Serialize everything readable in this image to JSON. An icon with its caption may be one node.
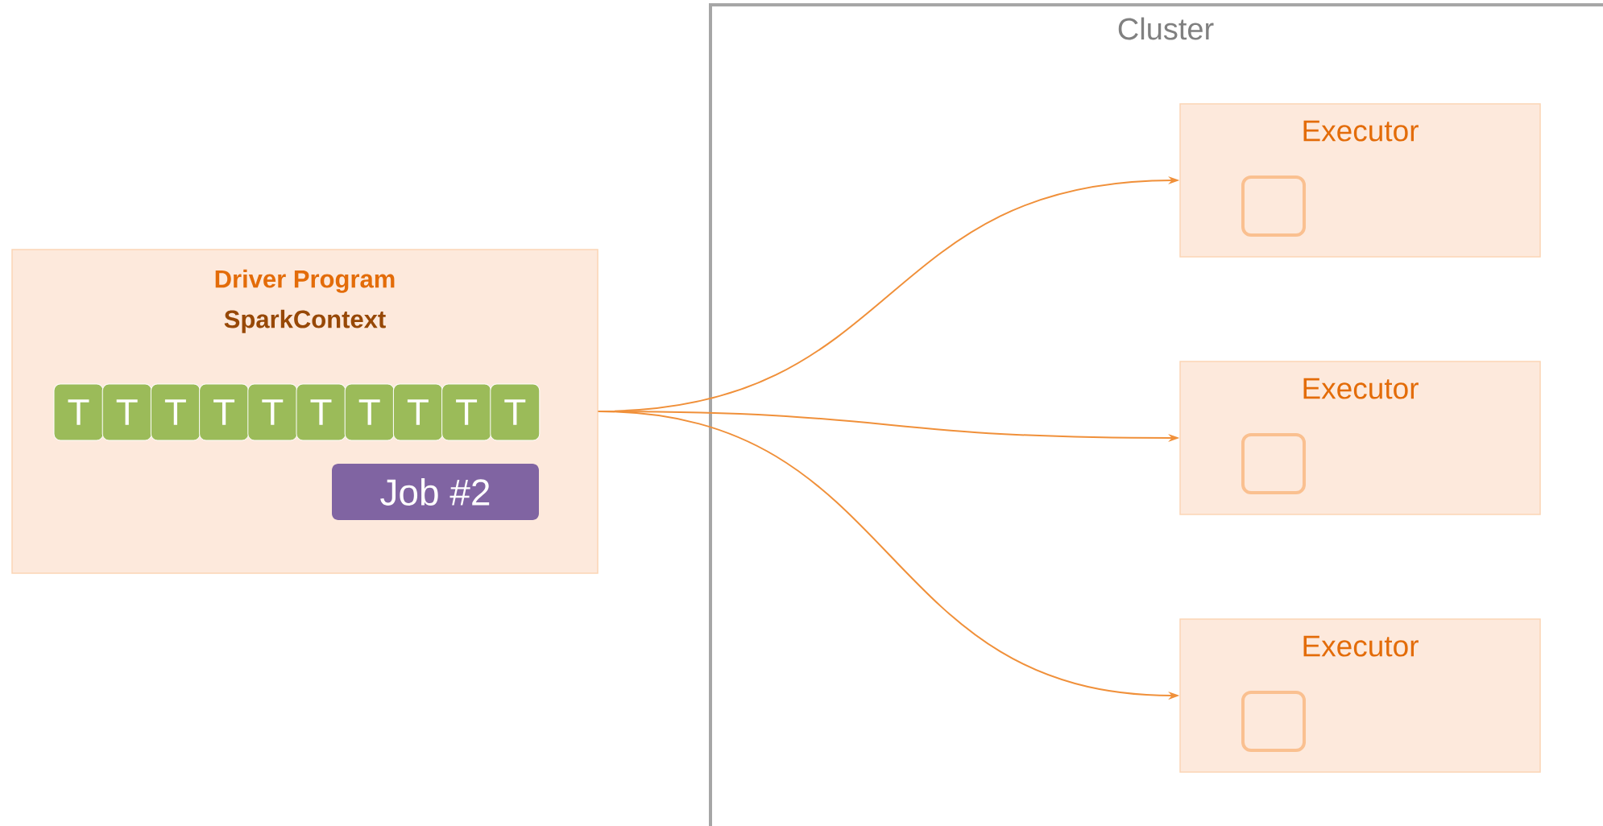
{
  "diagram": {
    "nodes": [
      {
        "text": [
          "Driver Program",
          "SparkContext"
        ]
      },
      {
        "text": [
          "T"
        ],
        "in": 0
      },
      {
        "text": [
          "T"
        ],
        "in": 0
      },
      {
        "text": [
          "T"
        ],
        "in": 0
      },
      {
        "text": [
          "T"
        ],
        "in": 0
      },
      {
        "text": [
          "T"
        ],
        "in": 0
      },
      {
        "text": [
          "T"
        ],
        "in": 0
      },
      {
        "text": [
          "T"
        ],
        "in": 0
      },
      {
        "text": [
          "T"
        ],
        "in": 0
      },
      {
        "text": [
          "T"
        ],
        "in": 0
      },
      {
        "text": [
          "T"
        ],
        "in": 0
      },
      {
        "text": [
          "Job #2"
        ],
        "in": 0
      },
      {
        "text": [
          "Cluster"
        ]
      },
      {
        "text": [
          "Executor"
        ],
        "in": 12
      },
      {
        "text": [],
        "shape": "box",
        "in": 13
      },
      {
        "text": [
          "Executor"
        ],
        "in": 12
      },
      {
        "text": [],
        "shape": "box",
        "in": 15
      },
      {
        "text": [
          "Executor"
        ],
        "in": 12
      },
      {
        "text": [],
        "shape": "box",
        "in": 17
      }
    ],
    "edges": [
      {
        "from": 0,
        "to": 13,
        "arrow": "to"
      },
      {
        "from": 0,
        "to": 15,
        "arrow": "to"
      },
      {
        "from": 0,
        "to": 17,
        "arrow": "to"
      }
    ]
  }
}
